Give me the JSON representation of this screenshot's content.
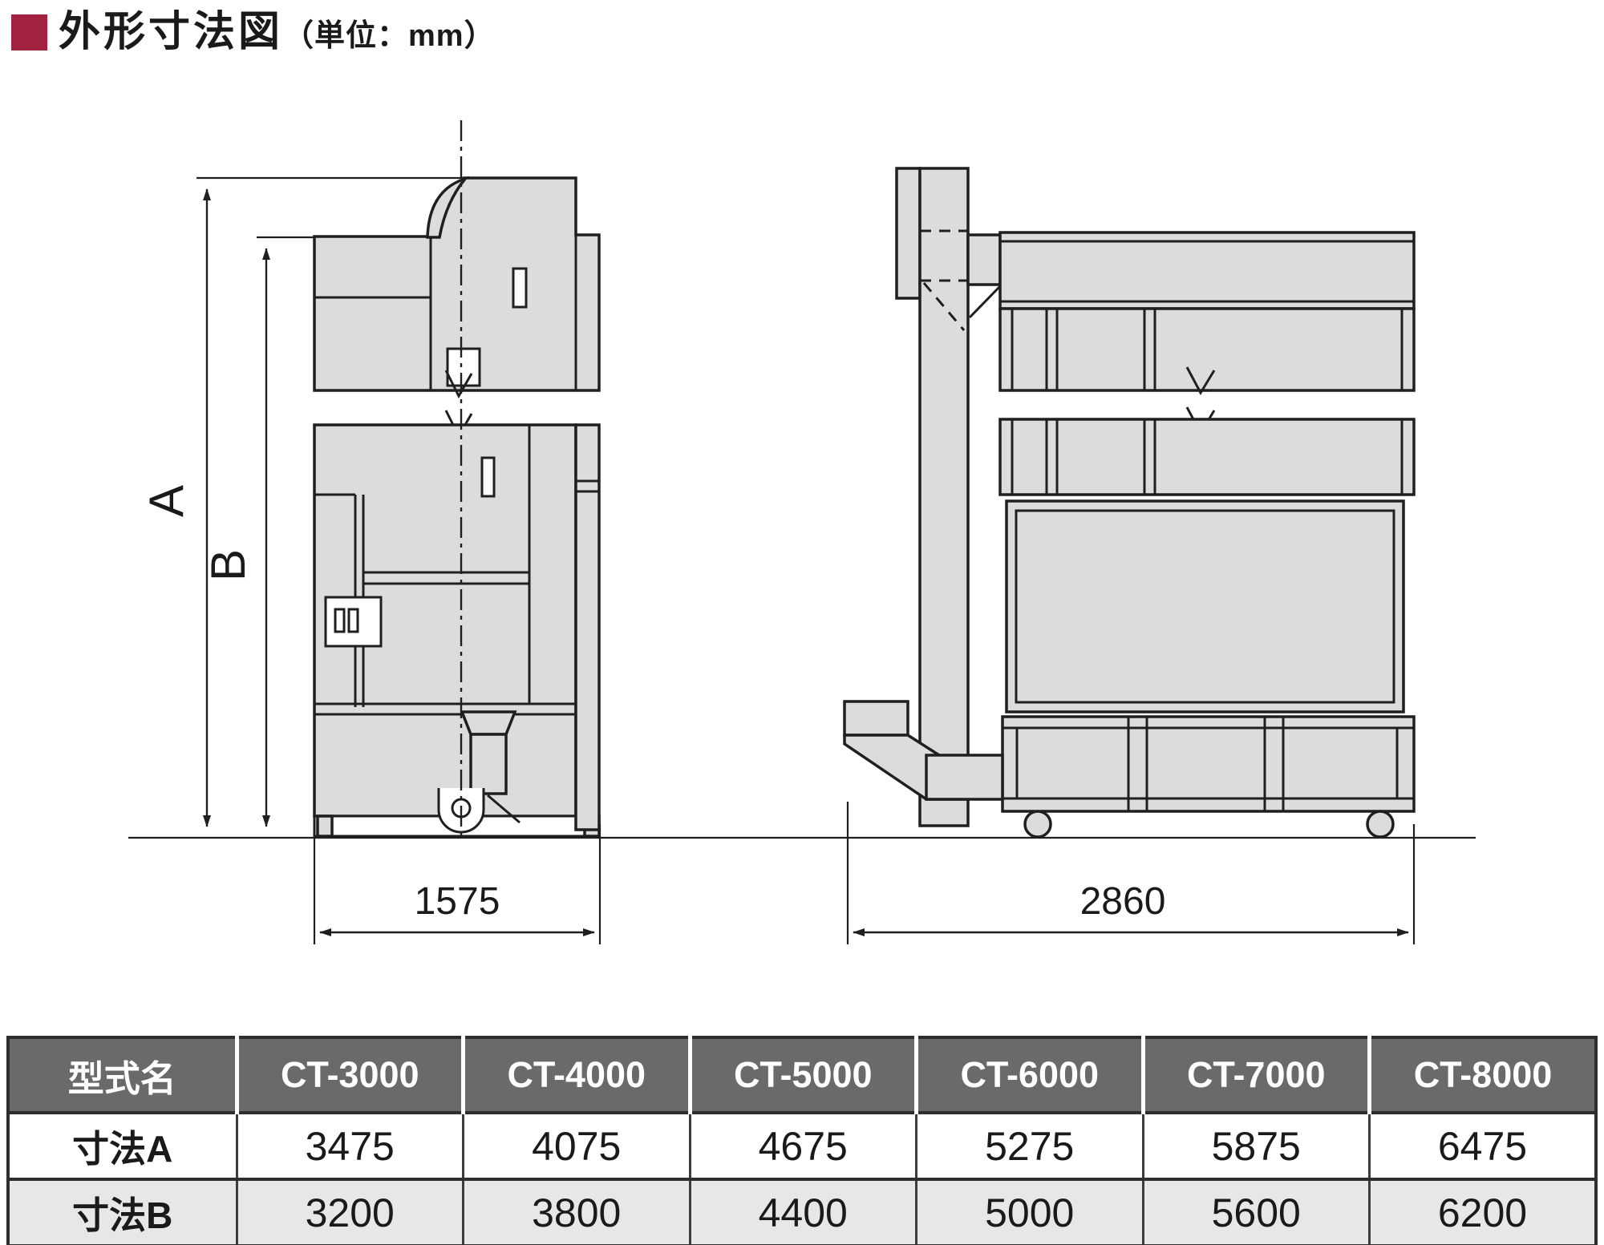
{
  "title": {
    "heading": "外形寸法図",
    "unit_note": "（単位：mm）"
  },
  "diagram": {
    "left_view": {
      "height_dim_label": "A",
      "partial_height_dim_label": "B",
      "width_dim_label": "1575"
    },
    "right_view": {
      "width_dim_label": "2860"
    }
  },
  "table": {
    "header": [
      "型式名",
      "CT-3000",
      "CT-4000",
      "CT-5000",
      "CT-6000",
      "CT-7000",
      "CT-8000"
    ],
    "rows": [
      {
        "label": "寸法A",
        "values": [
          "3475",
          "4075",
          "4675",
          "5275",
          "5875",
          "6475"
        ]
      },
      {
        "label": "寸法B",
        "values": [
          "3200",
          "3800",
          "4400",
          "5000",
          "5600",
          "6200"
        ]
      }
    ]
  },
  "colors": {
    "accent_red": "#a12340",
    "table_header_bg": "#6a6a6b",
    "table_alt_row_bg": "#e7e7e8",
    "machine_fill": "#dcdcdd",
    "line_color": "#1f1f1f"
  }
}
